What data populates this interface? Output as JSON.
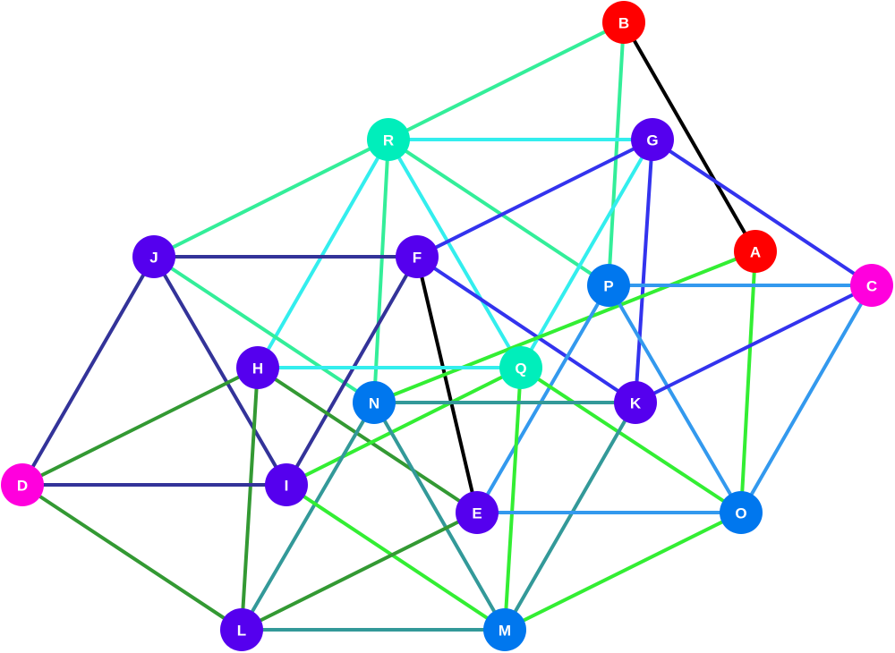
{
  "colors": {
    "red": "#ff0000",
    "magenta": "#ff00dd",
    "purple": "#5500ee",
    "blue": "#0077ee",
    "teal": "#00eebb",
    "label": "#ffffff",
    "background": "#ffffff"
  },
  "nodes": [
    {
      "id": "A",
      "label": "A",
      "color": "#ff0000"
    },
    {
      "id": "B",
      "label": "B",
      "color": "#ff0000"
    },
    {
      "id": "C",
      "label": "C",
      "color": "#ff00dd"
    },
    {
      "id": "D",
      "label": "D",
      "color": "#ff00dd"
    },
    {
      "id": "E",
      "label": "E",
      "color": "#5500ee"
    },
    {
      "id": "F",
      "label": "F",
      "color": "#5500ee"
    },
    {
      "id": "G",
      "label": "G",
      "color": "#5500ee"
    },
    {
      "id": "H",
      "label": "H",
      "color": "#5500ee"
    },
    {
      "id": "I",
      "label": "I",
      "color": "#5500ee"
    },
    {
      "id": "J",
      "label": "J",
      "color": "#5500ee"
    },
    {
      "id": "K",
      "label": "K",
      "color": "#5500ee"
    },
    {
      "id": "L",
      "label": "L",
      "color": "#5500ee"
    },
    {
      "id": "M",
      "label": "M",
      "color": "#0077ee"
    },
    {
      "id": "N",
      "label": "N",
      "color": "#0077ee"
    },
    {
      "id": "O",
      "label": "O",
      "color": "#0077ee"
    },
    {
      "id": "P",
      "label": "P",
      "color": "#0077ee"
    },
    {
      "id": "Q",
      "label": "Q",
      "color": "#00eebb"
    },
    {
      "id": "R",
      "label": "R",
      "color": "#00eebb"
    }
  ],
  "edges": [
    {
      "source": "B",
      "target": "R",
      "color": "#33ee99"
    },
    {
      "source": "B",
      "target": "P",
      "color": "#33ee99"
    },
    {
      "source": "B",
      "target": "A",
      "color": "#000000"
    },
    {
      "source": "R",
      "target": "G",
      "color": "#33eeee"
    },
    {
      "source": "R",
      "target": "J",
      "color": "#33ee99"
    },
    {
      "source": "R",
      "target": "H",
      "color": "#33eeee"
    },
    {
      "source": "R",
      "target": "N",
      "color": "#33ee99"
    },
    {
      "source": "R",
      "target": "Q",
      "color": "#33eeee"
    },
    {
      "source": "R",
      "target": "P",
      "color": "#33ee99"
    },
    {
      "source": "G",
      "target": "F",
      "color": "#3333ee"
    },
    {
      "source": "G",
      "target": "Q",
      "color": "#33eeee"
    },
    {
      "source": "G",
      "target": "K",
      "color": "#3333ee"
    },
    {
      "source": "G",
      "target": "C",
      "color": "#3333ee"
    },
    {
      "source": "J",
      "target": "F",
      "color": "#333399"
    },
    {
      "source": "J",
      "target": "N",
      "color": "#33ee99"
    },
    {
      "source": "J",
      "target": "I",
      "color": "#333399"
    },
    {
      "source": "J",
      "target": "D",
      "color": "#333399"
    },
    {
      "source": "F",
      "target": "K",
      "color": "#3333ee"
    },
    {
      "source": "F",
      "target": "I",
      "color": "#333399"
    },
    {
      "source": "F",
      "target": "E",
      "color": "#000000"
    },
    {
      "source": "A",
      "target": "N",
      "color": "#33ee33"
    },
    {
      "source": "A",
      "target": "O",
      "color": "#33ee33"
    },
    {
      "source": "P",
      "target": "C",
      "color": "#3399ee"
    },
    {
      "source": "P",
      "target": "E",
      "color": "#3399ee"
    },
    {
      "source": "P",
      "target": "O",
      "color": "#3399ee"
    },
    {
      "source": "C",
      "target": "K",
      "color": "#3333ee"
    },
    {
      "source": "C",
      "target": "O",
      "color": "#3399ee"
    },
    {
      "source": "H",
      "target": "Q",
      "color": "#33eeee"
    },
    {
      "source": "H",
      "target": "D",
      "color": "#339933"
    },
    {
      "source": "H",
      "target": "L",
      "color": "#339933"
    },
    {
      "source": "H",
      "target": "E",
      "color": "#339933"
    },
    {
      "source": "Q",
      "target": "I",
      "color": "#33ee33"
    },
    {
      "source": "Q",
      "target": "M",
      "color": "#33ee33"
    },
    {
      "source": "Q",
      "target": "O",
      "color": "#33ee33"
    },
    {
      "source": "N",
      "target": "K",
      "color": "#339999"
    },
    {
      "source": "N",
      "target": "L",
      "color": "#339999"
    },
    {
      "source": "N",
      "target": "M",
      "color": "#339999"
    },
    {
      "source": "K",
      "target": "M",
      "color": "#339999"
    },
    {
      "source": "D",
      "target": "I",
      "color": "#333399"
    },
    {
      "source": "D",
      "target": "L",
      "color": "#339933"
    },
    {
      "source": "I",
      "target": "M",
      "color": "#33ee33"
    },
    {
      "source": "E",
      "target": "O",
      "color": "#3399ee"
    },
    {
      "source": "E",
      "target": "L",
      "color": "#339933"
    },
    {
      "source": "L",
      "target": "M",
      "color": "#339999"
    },
    {
      "source": "M",
      "target": "O",
      "color": "#33ee33"
    }
  ]
}
